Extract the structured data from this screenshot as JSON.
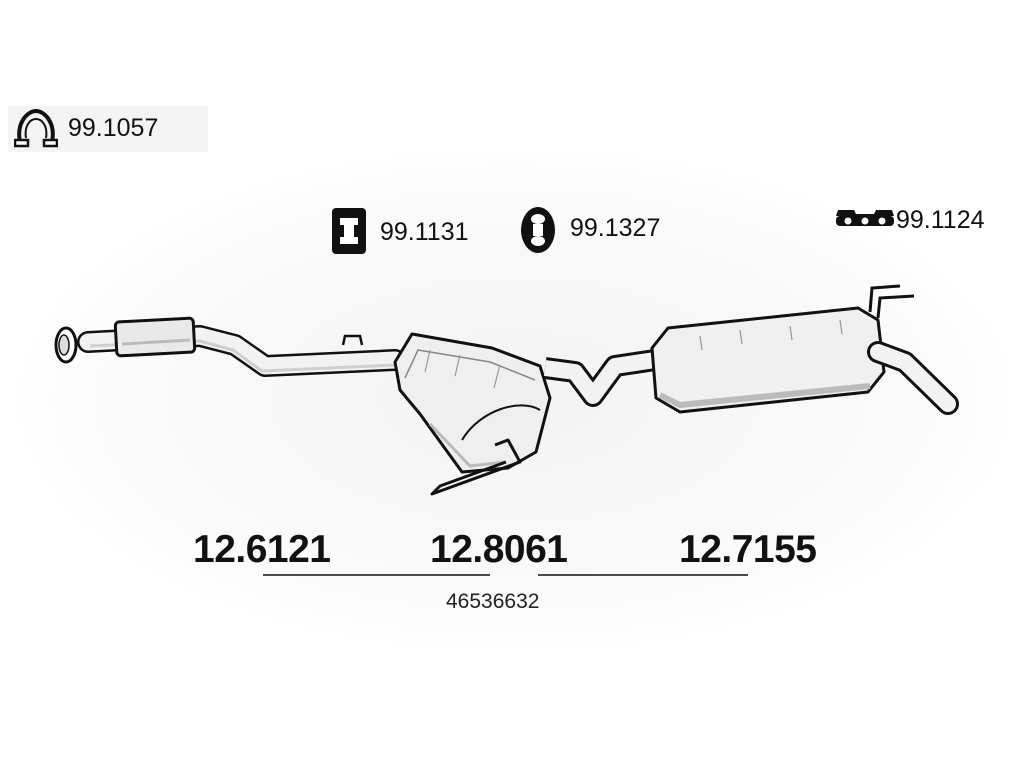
{
  "accessories": {
    "clamp": {
      "code": "99.1057",
      "icon": "clamp-icon"
    },
    "rubber_mount_a": {
      "code": "99.1131",
      "icon": "rubber-mount-icon"
    },
    "rubber_mount_b": {
      "code": "99.1327",
      "icon": "rubber-ring-icon"
    },
    "bracket": {
      "code": "99.1124",
      "icon": "bracket-icon"
    }
  },
  "parts": {
    "front_pipe": "12.6121",
    "middle_silencer": "12.8061",
    "rear_silencer": "12.7155"
  },
  "oe_number": "46536632",
  "colors": {
    "line": "#111111",
    "fill_light": "#f2f2f2",
    "fill_shade": "#d8d8d8"
  }
}
